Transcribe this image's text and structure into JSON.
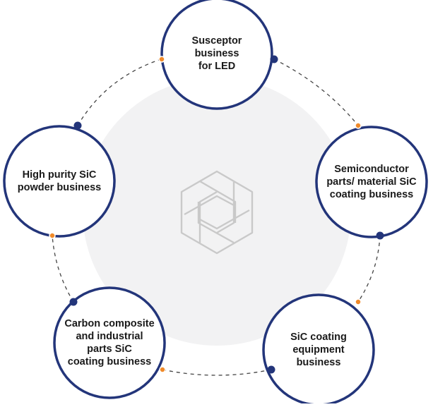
{
  "nodes": [
    {
      "id": "susceptor",
      "label": "Susceptor\nbusiness\nfor LED"
    },
    {
      "id": "semiconductor",
      "label": "Semiconductor\nparts/ material SiC\ncoating business"
    },
    {
      "id": "equipment",
      "label": "SiC coating\nequipment\nbusiness"
    },
    {
      "id": "carbon",
      "label": "Carbon composite\nand industrial\nparts SiC\ncoating business"
    },
    {
      "id": "powder",
      "label": "High purity SiC\npowder business"
    }
  ],
  "colors": {
    "ring": "#23357a",
    "accent": "#f08a2a",
    "center_bg": "#f2f2f3",
    "logo": "#c9c9c9",
    "dash": "#444444"
  }
}
